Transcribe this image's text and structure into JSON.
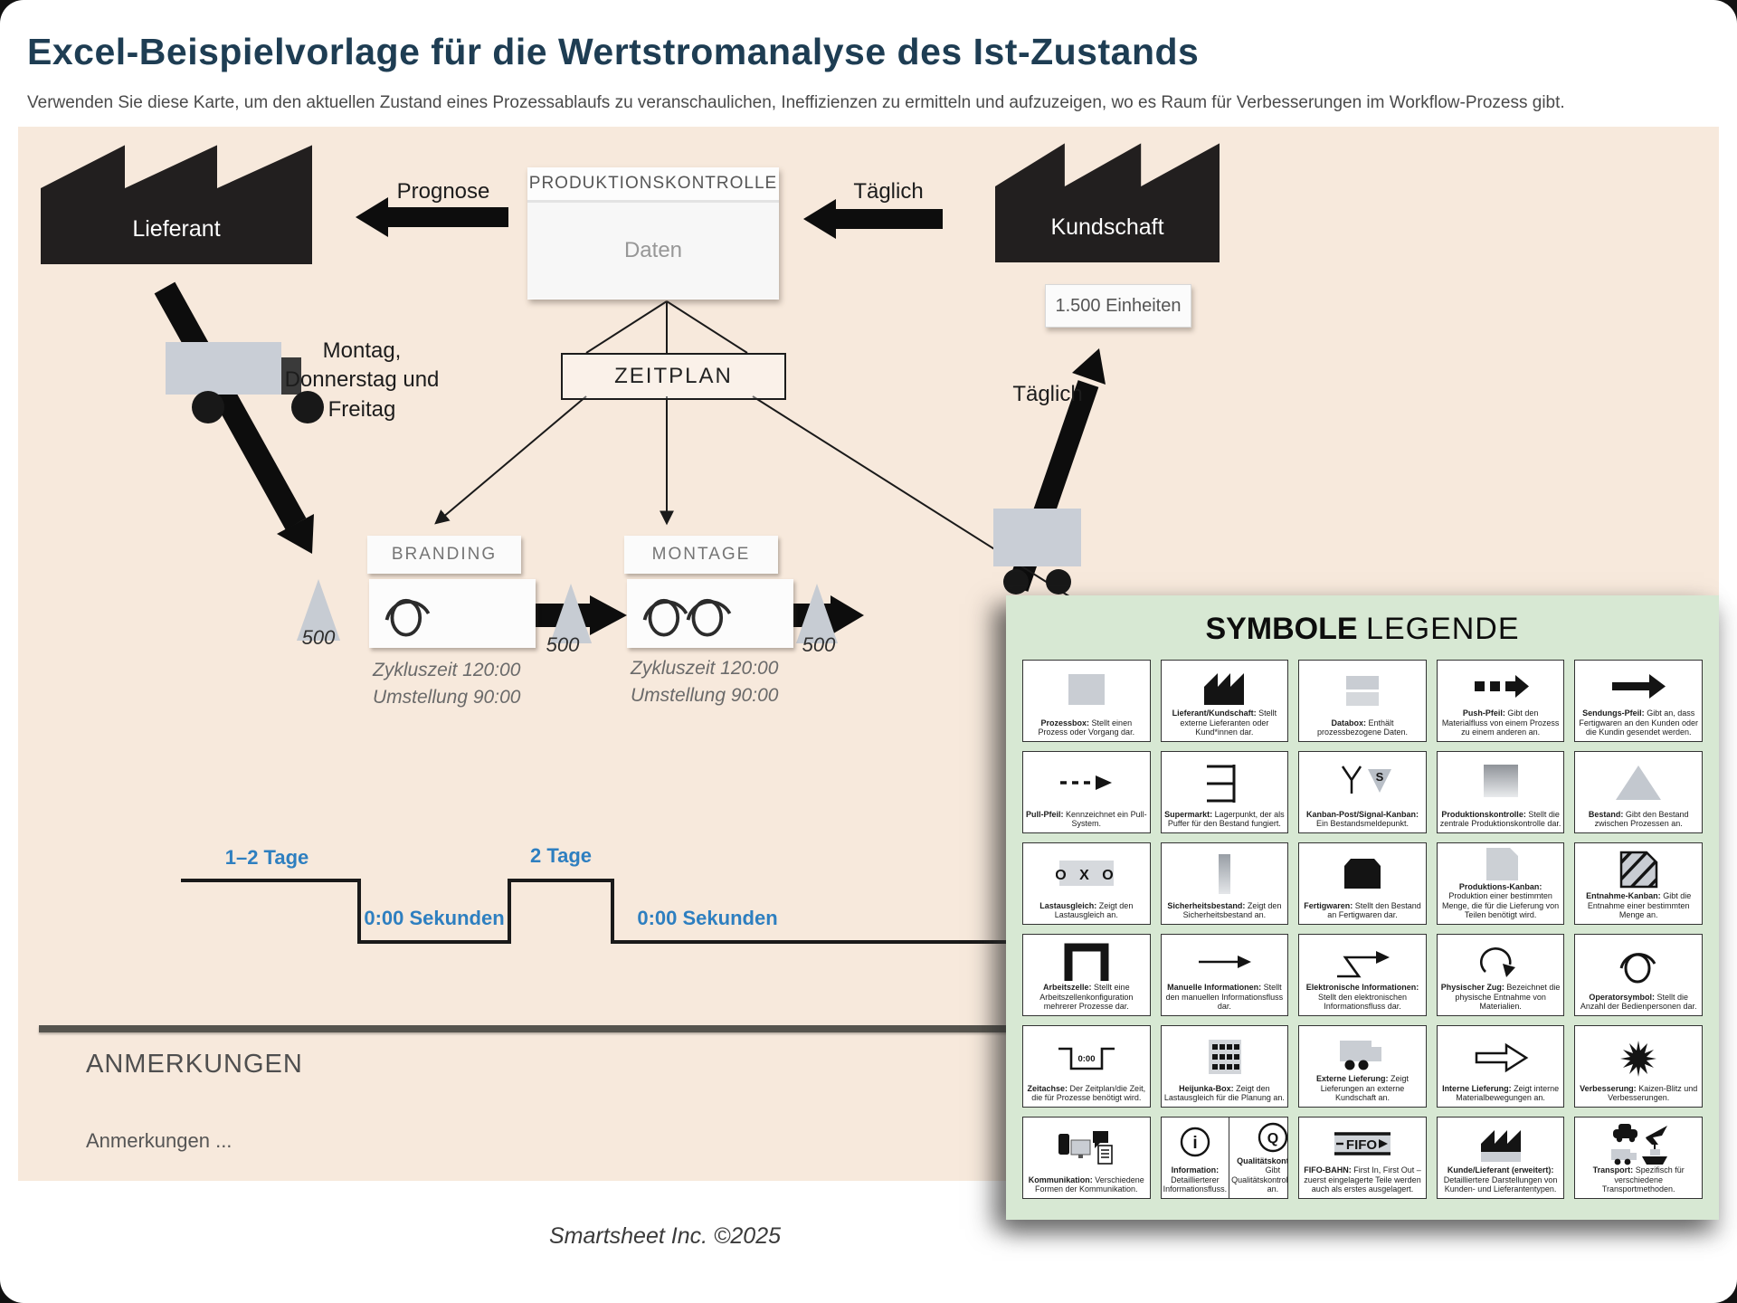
{
  "page": {
    "title": "Excel-Beispielvorlage für die Wertstromanalyse des Ist-Zustands",
    "subtitle": "Verwenden Sie diese Karte, um den aktuellen Zustand eines Prozessablaufs zu veranschaulichen, Ineffizienzen zu ermitteln und aufzuzeigen, wo es Raum für Verbesserungen im Workflow-Prozess gibt.",
    "footer": "Smartsheet Inc. ©2025"
  },
  "colors": {
    "title_navy": "#1e3d53",
    "canvas_beige": "#f7e9dc",
    "legend_green": "#d7e8d3",
    "timeline_blue": "#2e7fc0"
  },
  "diagram": {
    "supplier_label": "Lieferant",
    "customer_label": "Kundschaft",
    "forecast_label": "Prognose",
    "daily_label_top": "Täglich",
    "daily_label_right": "Täglich",
    "production_control": {
      "title": "PRODUKTIONSKONTROLLE",
      "body": "Daten"
    },
    "units_box": "1.500 Einheiten",
    "schedule_label": "ZEITPLAN",
    "delivery_days": "Montag,\nDonnerstag und\nFreitag",
    "inventory_labels": [
      "500",
      "500",
      "500"
    ],
    "process_boxes": [
      {
        "title": "BRANDING",
        "cycle": "Zykluszeit 120:00",
        "setup": "Umstellung 90:00"
      },
      {
        "title": "MONTAGE",
        "cycle": "Zykluszeit 120:00",
        "setup": "Umstellung 90:00"
      }
    ],
    "timeline_labels": [
      "1–2 Tage",
      "0:00 Sekunden",
      "2 Tage",
      "0:00 Sekunden"
    ],
    "notes_heading": "ANMERKUNGEN",
    "notes_placeholder": "Anmerkungen ..."
  },
  "legend": {
    "title_bold": "SYMBOLE",
    "title_light": "LEGENDE",
    "symbol_texts": {
      "load_leveling": "O X O",
      "timeline": "0:00",
      "fifo": "FIFO",
      "signal": "S",
      "info": "i",
      "quality": "Q"
    },
    "cells": [
      {
        "symbol": "process-box",
        "name": "Prozessbox:",
        "desc": "Stellt einen Prozess oder Vorgang dar."
      },
      {
        "symbol": "factory",
        "name": "Lieferant/Kundschaft:",
        "desc": "Stellt externe Lieferanten oder Kund*innen dar."
      },
      {
        "symbol": "databox",
        "name": "Databox:",
        "desc": "Enthält prozessbezogene Daten."
      },
      {
        "symbol": "push-arrow",
        "name": "Push-Pfeil:",
        "desc": "Gibt den Materialfluss von einem Prozess zu einem anderen an."
      },
      {
        "symbol": "shipment-arrow",
        "name": "Sendungs-Pfeil:",
        "desc": "Gibt an, dass Fertigwaren an den Kunden oder die Kundin gesendet werden."
      },
      {
        "symbol": "pull-arrow",
        "name": "Pull-Pfeil:",
        "desc": "Kennzeichnet ein Pull-System."
      },
      {
        "symbol": "supermarket",
        "name": "Supermarkt:",
        "desc": "Lagerpunkt, der als Puffer für den Bestand fungiert."
      },
      {
        "symbol": "kanban-post",
        "name": "Kanban-Post/Signal-Kanban:",
        "desc": "Ein Bestandsmeldepunkt."
      },
      {
        "symbol": "production-control",
        "name": "Produktionskontrolle:",
        "desc": "Stellt die zentrale Produktionskontrolle dar."
      },
      {
        "symbol": "inventory-triangle",
        "name": "Bestand:",
        "desc": "Gibt den Bestand zwischen Prozessen an."
      },
      {
        "symbol": "load-leveling",
        "name": "Lastausgleich:",
        "desc": "Zeigt den Lastausgleich an."
      },
      {
        "symbol": "safety-stock",
        "name": "Sicherheitsbestand:",
        "desc": "Zeigt den Sicherheitsbestand an."
      },
      {
        "symbol": "finished-goods",
        "name": "Fertigwaren:",
        "desc": "Stellt den Bestand an Fertigwaren dar."
      },
      {
        "symbol": "production-kanban",
        "name": "Produktions-Kanban:",
        "desc": "Produktion einer bestimmten Menge, die für die Lieferung von Teilen benötigt wird."
      },
      {
        "symbol": "withdrawal-kanban",
        "name": "Entnahme-Kanban:",
        "desc": "Gibt die Entnahme einer bestimmten Menge an."
      },
      {
        "symbol": "work-cell",
        "name": "Arbeitszelle:",
        "desc": "Stellt eine Arbeitszellenkonfiguration mehrerer Prozesse dar."
      },
      {
        "symbol": "manual-info",
        "name": "Manuelle Informationen:",
        "desc": "Stellt den manuellen Informationsfluss dar."
      },
      {
        "symbol": "electronic-info",
        "name": "Elektronische Informationen:",
        "desc": "Stellt den elektronischen Informationsfluss dar."
      },
      {
        "symbol": "physical-pull",
        "name": "Physischer Zug:",
        "desc": "Bezeichnet die physische Entnahme von Materialien."
      },
      {
        "symbol": "operator",
        "name": "Operatorsymbol:",
        "desc": "Stellt die Anzahl der Bedienpersonen dar."
      },
      {
        "symbol": "timeline",
        "name": "Zeitachse:",
        "desc": "Der Zeitplan/die Zeit, die für Prozesse benötigt wird."
      },
      {
        "symbol": "heijunka",
        "name": "Heijunka-Box:",
        "desc": "Zeigt den Lastausgleich für die Planung an."
      },
      {
        "symbol": "external-delivery",
        "name": "Externe Lieferung:",
        "desc": "Zeigt Lieferungen an externe Kundschaft an."
      },
      {
        "symbol": "internal-delivery",
        "name": "Interne Lieferung:",
        "desc": "Zeigt interne Materialbewegungen an."
      },
      {
        "symbol": "improvement",
        "name": "Verbesserung:",
        "desc": "Kaizen-Blitz und Verbesserungen."
      },
      {
        "symbol": "communication",
        "name": "Kommunikation:",
        "desc": "Verschiedene Formen der Kommunikation."
      },
      {
        "split": [
          {
            "symbol": "information",
            "name": "Information:",
            "desc": "Detaillierterer Informationsfluss."
          },
          {
            "symbol": "quality-control",
            "name": "Qualitätskontrolle:",
            "desc": "Gibt Qualitätskontrollpunkte an."
          }
        ]
      },
      {
        "symbol": "fifo",
        "name": "FIFO-BAHN:",
        "desc": "First In, First Out – zuerst eingelagerte Teile werden auch als erstes ausgelagert."
      },
      {
        "symbol": "extended-factory",
        "name": "Kunde/Lieferant (erweitert):",
        "desc": "Detailliertere Darstellungen von Kunden- und Lieferantentypen."
      },
      {
        "symbol": "transport",
        "name": "Transport:",
        "desc": "Spezifisch für verschiedene Transportmethoden."
      }
    ]
  }
}
